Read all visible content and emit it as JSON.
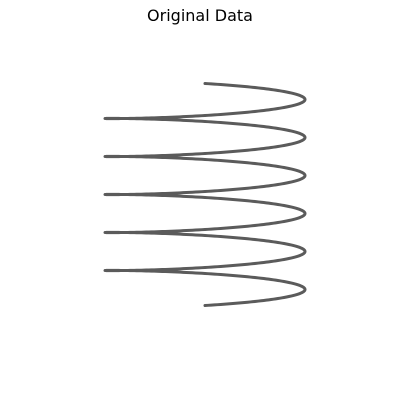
{
  "chart_data": {
    "type": "line",
    "title": "Original Data",
    "projection": "3d-perspective",
    "axes_visible": false,
    "grid": false,
    "series": [
      {
        "color": "#5b5b5b",
        "shape": "helix",
        "turns": 5.5,
        "radius": 1,
        "z_range": [
          0,
          1
        ]
      }
    ]
  }
}
